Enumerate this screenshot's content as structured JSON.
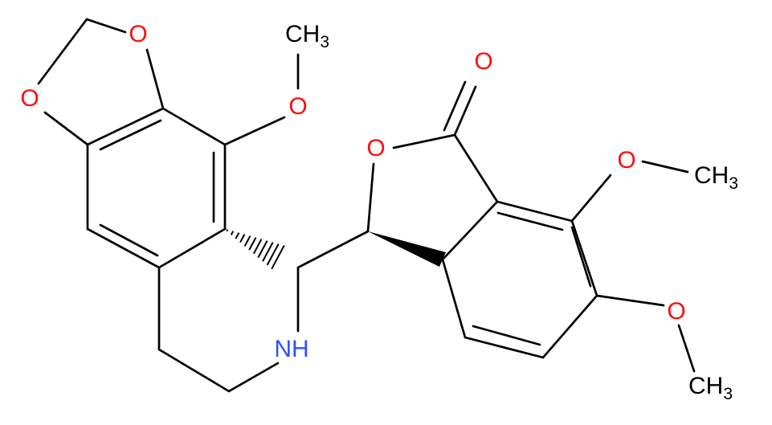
{
  "molecule": {
    "atom_labels": {
      "o_dioxole_top": "O",
      "o_dioxole_left": "O",
      "o_methoxy_top": "O",
      "ch3_top_c": "CH",
      "ch3_top_sub": "3",
      "o_lactone_carbonyl": "O",
      "o_lactone_ring": "O",
      "o_methoxy_right1": "O",
      "ch3_right1_c": "CH",
      "ch3_right1_sub": "3",
      "o_methoxy_right2": "O",
      "ch3_right2_c": "CH",
      "ch3_right2_sub": "3",
      "nh": "NH"
    },
    "colors": {
      "oxygen": "#ff0d0d",
      "nitrogen": "#3050f8",
      "carbon": "#000000",
      "background": "#ffffff"
    }
  }
}
